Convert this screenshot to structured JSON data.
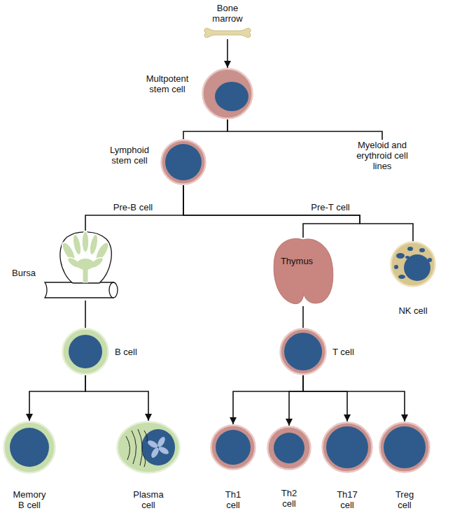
{
  "diagram": {
    "nodes": [
      {
        "text": [
          "Bone marrow"
        ]
      },
      {
        "text": [
          "Multpotent stem cell"
        ]
      },
      {
        "text": [
          "Lymphoid stem cell"
        ]
      },
      {
        "text": [
          "Myeloid and erythroid cell lines"
        ]
      },
      {
        "text": [
          "Bursa"
        ]
      },
      {
        "text": [
          "Thymus"
        ]
      },
      {
        "text": [
          "NK cell"
        ]
      },
      {
        "text": [
          "B cell"
        ]
      },
      {
        "text": [
          "T cell"
        ]
      },
      {
        "text": [
          "Memory B cell"
        ]
      },
      {
        "text": [
          "Plasma cell"
        ]
      },
      {
        "text": [
          "Th1 cell"
        ]
      },
      {
        "text": [
          "Th2 cell"
        ]
      },
      {
        "text": [
          "Th17 cell"
        ]
      },
      {
        "text": [
          "Treg cell"
        ]
      }
    ],
    "edges": [
      {
        "from": 0,
        "to": 1,
        "arrow": "to"
      },
      {
        "from": 1,
        "to": 2,
        "arrow": "none"
      },
      {
        "from": 1,
        "to": 3,
        "arrow": "none"
      },
      {
        "from": 2,
        "to": 4,
        "label": "Pre-B cell",
        "arrow": "none"
      },
      {
        "from": 2,
        "to": 5,
        "label": "Pre-T cell",
        "arrow": "none"
      },
      {
        "from": 2,
        "to": 6,
        "arrow": "none"
      },
      {
        "from": 4,
        "to": 7,
        "arrow": "none"
      },
      {
        "from": 5,
        "to": 8,
        "arrow": "none"
      },
      {
        "from": 7,
        "to": 9,
        "arrow": "to"
      },
      {
        "from": 7,
        "to": 10,
        "arrow": "to"
      },
      {
        "from": 8,
        "to": 11,
        "arrow": "to"
      },
      {
        "from": 8,
        "to": 12,
        "arrow": "to"
      },
      {
        "from": 8,
        "to": 13,
        "arrow": "to"
      },
      {
        "from": 8,
        "to": 14,
        "arrow": "to"
      }
    ]
  }
}
